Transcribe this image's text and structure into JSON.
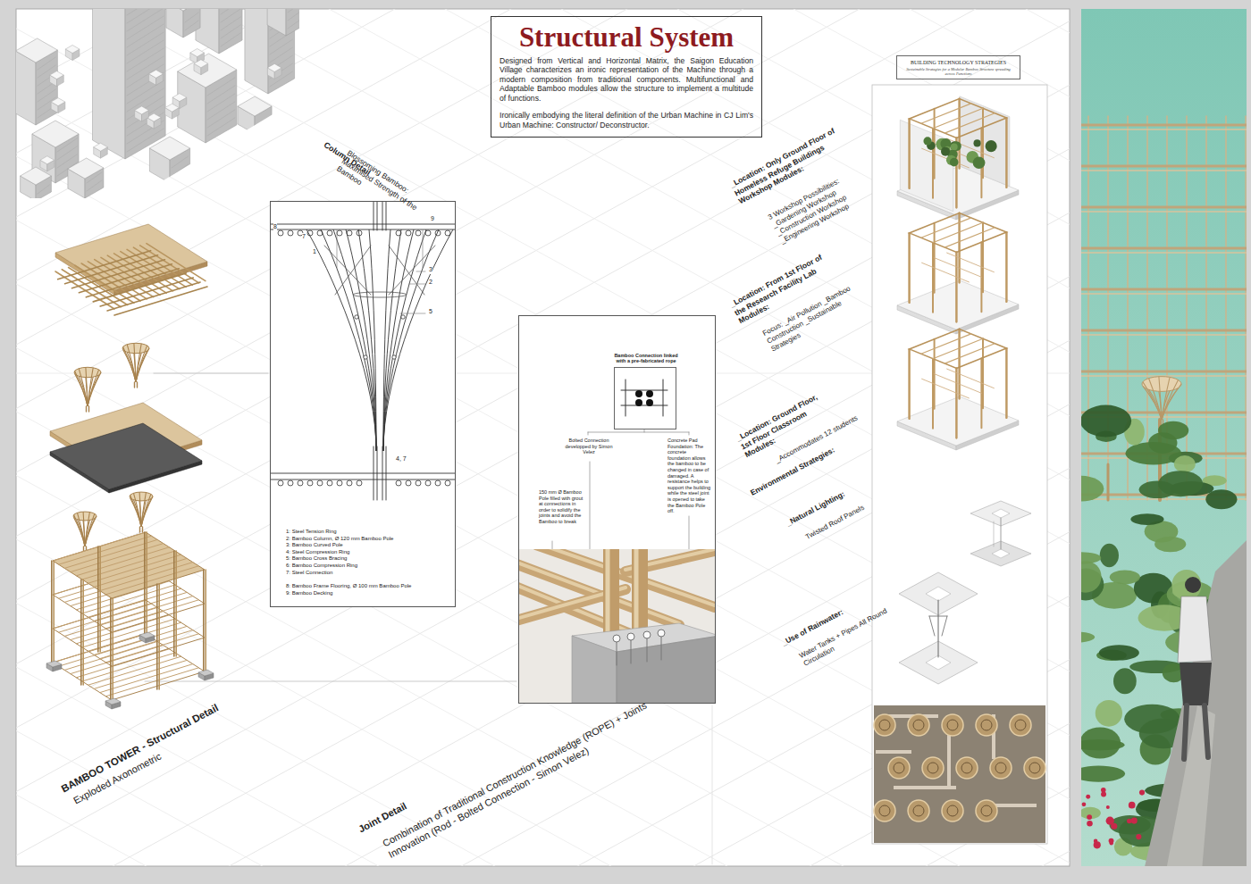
{
  "diagram": {
    "title": "Structural System",
    "nodes": [
      {
        "text": [
          "Designed from Vertical and Horizontal Matrix, the Saigon Education Village characterizes an ironic representation of the Machine through a modern composition from traditional components. Multifunctional and Adaptable Bamboo modules allow the structure to implement a multitude of functions.",
          "Ironically embodying the literal definition of the Urban Machine in CJ Lim's Urban Machine: Constructor/ Deconstructor."
        ]
      },
      {
        "text": [
          "1: Steel Tension Ring",
          "2: Bamboo Column, Ø 120 mm Bamboo Pole",
          "3: Bamboo Curved Pole",
          "4: Steel Compression Ring",
          "5: Bamboo Cross Bracing",
          "6: Bamboo Compression Ring",
          "7: Steel Connection",
          "8: Bamboo Frame Flooring, Ø 100 mm Bamboo Pole",
          "9: Bamboo Decking"
        ]
      },
      {
        "text": [
          "Bolted Connection developped by Simon Velez",
          "Concrete Pad Foundation: The concrete foundation allows the bamboo to be changed in case of damaged. A resistance helps to support the building while the steel joint is opened to take the Bamboo Pole off.",
          "150 mm Ø Bamboo Pole filled with grout at connections in order to solidify the joints and avoid the Bamboo to break"
        ]
      },
      {
        "text": [
          "Bamboo Connection linked with a pre-fabricated rope"
        ],
        "in": 2
      },
      {
        "text": [
          "BUILDING TECHNOLOGY STRATEGIES",
          "Sustainable Strategies for a Modular Bamboo Structure spreading across Functions"
        ]
      }
    ],
    "labels": [
      "Column Detail",
      "Blossoming Bamboo: Maximised Strength of the Bamboo",
      "8",
      "9",
      "7",
      "1",
      "3",
      "2",
      "5",
      "4, 7",
      "BAMBOO TOWER - Structural Detail",
      "Exploded Axonometric",
      "Joint Detail",
      "Combination of Traditional Construction Knowledge (ROPE) + Joints Innovation (Rod - Bolted Connection - Simon Velez)",
      "_Location: Only Ground Floor of Homeless Refuge Buildings Workshop Modules:",
      "3 Workshop Possibilities: _Gardening Workshop _Construction Workshop _Engineering Workshop",
      "_Location: From 1st Floor of the Research Facility Lab Modules:",
      "Focus: _Air Pollution _Bamboo Construction _Sustainable Strategies",
      "_Location: Ground Floor, 1st Floor Classroom Modules:",
      "_Accommodates 12 students",
      "Environmental Strategies:",
      "_Natural Lighting:",
      "Twisted Roof Panels",
      "_Use of Rainwater:",
      "Water Tanks + Pipes All Round Circulation"
    ]
  }
}
